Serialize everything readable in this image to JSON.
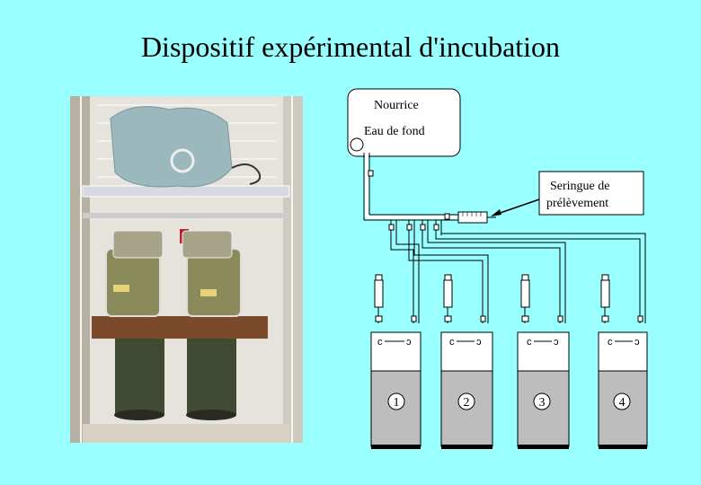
{
  "title": "Dispositif expérimental d'incubation",
  "diagram": {
    "nourrice_label": "Nourrice",
    "eau_label": "Eau de fond",
    "seringue_line1": "Seringue de",
    "seringue_line2": "prélèvement",
    "chambers": [
      "1",
      "2",
      "3",
      "4"
    ]
  },
  "colors": {
    "background": "#99ffff",
    "water": "#bdbdbd",
    "tubing": "#ffffff"
  }
}
